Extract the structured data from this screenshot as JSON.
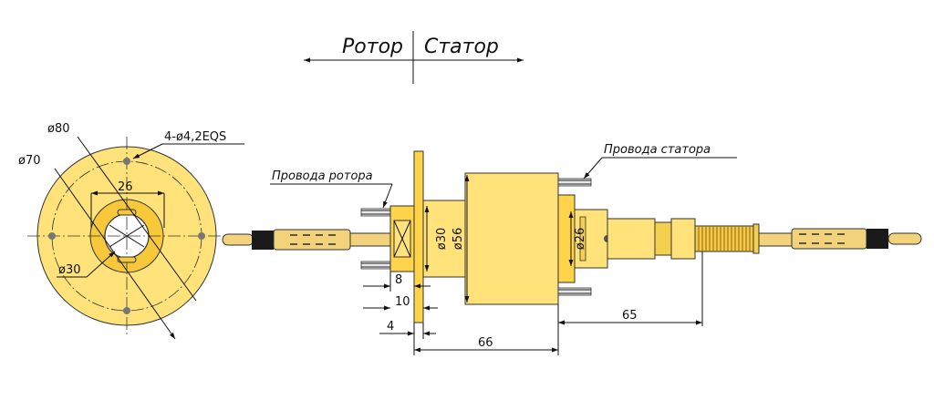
{
  "header": {
    "rotor": "Ротор",
    "stator": "Статор"
  },
  "labels": {
    "rotor_wires": "Провода ротора",
    "stator_wires": "Провода статора"
  },
  "dims": {
    "d80": "ø80",
    "d70": "ø70",
    "holes": "4-ø4,2EQS",
    "w26": "26",
    "d30_front": "ø30",
    "d30_side": "ø30",
    "d56": "ø56",
    "d26": "ø26",
    "l8": "8",
    "l10": "10",
    "l4": "4",
    "l66": "66",
    "l65": "65"
  },
  "colors": {
    "body": "#FFE27A",
    "body_dark": "#F5D04E",
    "flange": "#FFD34A",
    "cable": "#F2D27A",
    "black": "#1a1a1a"
  }
}
